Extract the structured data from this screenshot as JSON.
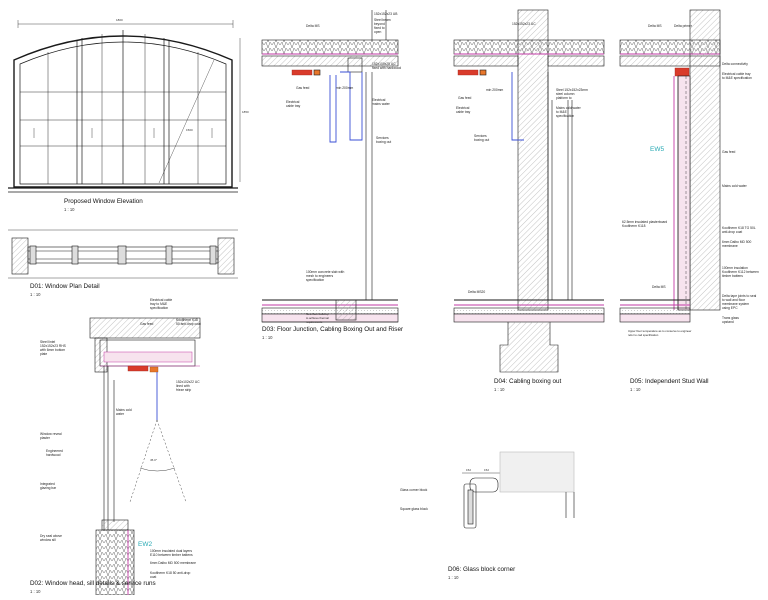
{
  "colors": {
    "insulation_pink": "#e8a2c8",
    "magenta_line": "#c23aa6",
    "blue_cable": "#3a4fd6",
    "orange_tray": "#e8772b",
    "red_tray": "#d93b2b",
    "ew_cyan": "#27a9b3",
    "line": "#1a1a1a",
    "hatch_grey": "#9a9a9a"
  },
  "elevation": {
    "title": "Proposed Window Elevation",
    "scale": "1 : 10",
    "dims": {
      "width": "1800",
      "height": "1850",
      "diag": "1500"
    }
  },
  "d01": {
    "title": "D01: Window Plan Detail",
    "scale": "1 : 10"
  },
  "d02": {
    "title": "D02: Window head, sill details & service runs",
    "scale": "1 : 10",
    "ew": "EW2",
    "angle": "45.0°",
    "notes": {
      "electrical_tray": "Electrical cable\ntray to M&E\nspecification",
      "gas_feed": "Gas feed",
      "kooltherm_top": "Kooltherm K18\n50 anti-drop coat",
      "steel_lintel": "Steel lintel\n152x152x23 RHS\nwith 6mm bottom\nplate",
      "ducts": "152x102x22 UC\nlined with\nfrieze strip",
      "mains_cold": "Mains cold\nwater",
      "window_reveal": "Window reveal\nplaster",
      "engineered": "Engineered\nhardwood",
      "integrated": "Integrated\nglazing bar",
      "dry_seal": "Dry seal above\nwindow sill",
      "pir": "100mm insulated dual layers\nE110 between timber battens",
      "dalbo": "6mm Dalbo MD 500 membrane",
      "kooltherm_bot": "Kooltherm K18 50 anti-drop\ncoat"
    }
  },
  "d03": {
    "title": "D03: Floor Junction, Cabling Boxing Out and Riser",
    "scale": "1 : 10",
    "notes": {
      "delta_ms": "Delta MS",
      "ub": "152x152x23 UB",
      "steel_beam": "Steel beam\nbeyond\nfixed to\nopen",
      "fixed": "152x100x25 UC\nfixed with hardwood",
      "gas_feed": "Gas feed",
      "electrical": "Electrical\ncable tray",
      "elec_water": "Electrical\nmains water",
      "min": "min 200mm",
      "services": "Services\nboxing out",
      "screed": "100mm concrete slab with\nmesh to engineers\nspecification",
      "new_line": "New floor build-up\nto achieve thermal\nrequirements"
    }
  },
  "d04": {
    "title": "D04: Cabling boxing out",
    "scale": "1 : 10",
    "notes": {
      "ub": "152x152x23 UC",
      "gas_feed": "Gas feed",
      "electrical": "Electrical\ncable tray",
      "steel": "Steel 152x152x23mm\nsteel column\nplatform to",
      "mains": "Mains cold water\nto M&E\nspecification",
      "services": "Services\nboxing out",
      "min": "min 200mm",
      "delta": "Delta MS20"
    }
  },
  "d05": {
    "title": "D05: Independent Stud Wall",
    "scale": "1 : 10",
    "ew": "EW5",
    "notes": {
      "delta_ms": "Delta MS",
      "delta_primer": "Delta primer",
      "delta_connect": "Delta connectivity",
      "electrical": "Electrical cable tray\nto M&E specification",
      "gas_feed": "Gas feed",
      "mains": "Mains cold water",
      "plasterboard": "62.5mm insulated plasterboard\nKooltherm K118",
      "kooltherm": "Kooltherm K18 TG 50L\nanti-drop coat",
      "dalbo": "6mm Dalbo MD 500\nmembrane",
      "pir": "100mm insulation\nKooltherm K112 between\ntimber battens",
      "delta_ms_low": "Delta MS",
      "delta_tape": "Delta tape joints to seal\nto wall and floor\nmembrane system\nusing EPC",
      "trans": "Trans glass\nupstand",
      "floor_note": "Upper floor temperature as to conserve to engineer\nrefer to cad specification"
    }
  },
  "d06": {
    "title": "D06: Glass block corner",
    "scale": "1 : 10",
    "dims": {
      "a": "152",
      "b": "152"
    },
    "notes": {
      "corner": "Glass corner block",
      "square": "Square glass block"
    }
  }
}
